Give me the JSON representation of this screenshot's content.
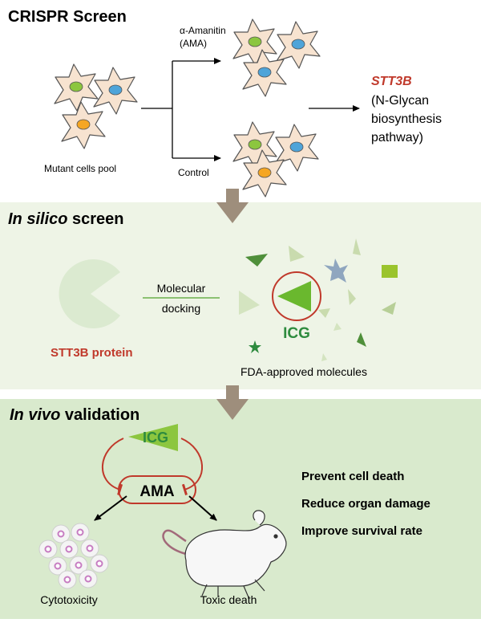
{
  "panel1": {
    "title": "CRISPR Screen",
    "treatment_label_line1": "α-Amanitin",
    "treatment_label_line2": "(AMA)",
    "control_label": "Control",
    "pool_label": "Mutant cells pool",
    "result_gene": "STT3B",
    "result_line1": "(N-Glycan",
    "result_line2": "biosynthesis",
    "result_line3": "pathway)"
  },
  "panel2": {
    "title_italic": "In silico",
    "title_rest": " screen",
    "docking_line1": "Molecular",
    "docking_line2": "docking",
    "protein_label": "STT3B protein",
    "hit_label": "ICG",
    "library_label": "FDA-approved molecules"
  },
  "panel3": {
    "title_italic": "In vivo",
    "title_rest": " validation",
    "drug_label": "ICG",
    "toxin_label": "AMA",
    "outcomes": [
      "Prevent cell death",
      "Reduce organ damage",
      "Improve survival rate"
    ],
    "left_effect": "Cytotoxicity",
    "right_effect": "Toxic death"
  },
  "colors": {
    "panel2_bg": "#eef4e6",
    "panel3_bg": "#d9eacd",
    "cell_fill": "#f7e3d0",
    "nucleus_green": "#8cc63f",
    "nucleus_blue": "#4ea4d9",
    "nucleus_orange": "#f5a623",
    "accent_red": "#c0392b",
    "icg_green": "#2e8b3e",
    "arrow_brown": "#9e8e7c"
  }
}
